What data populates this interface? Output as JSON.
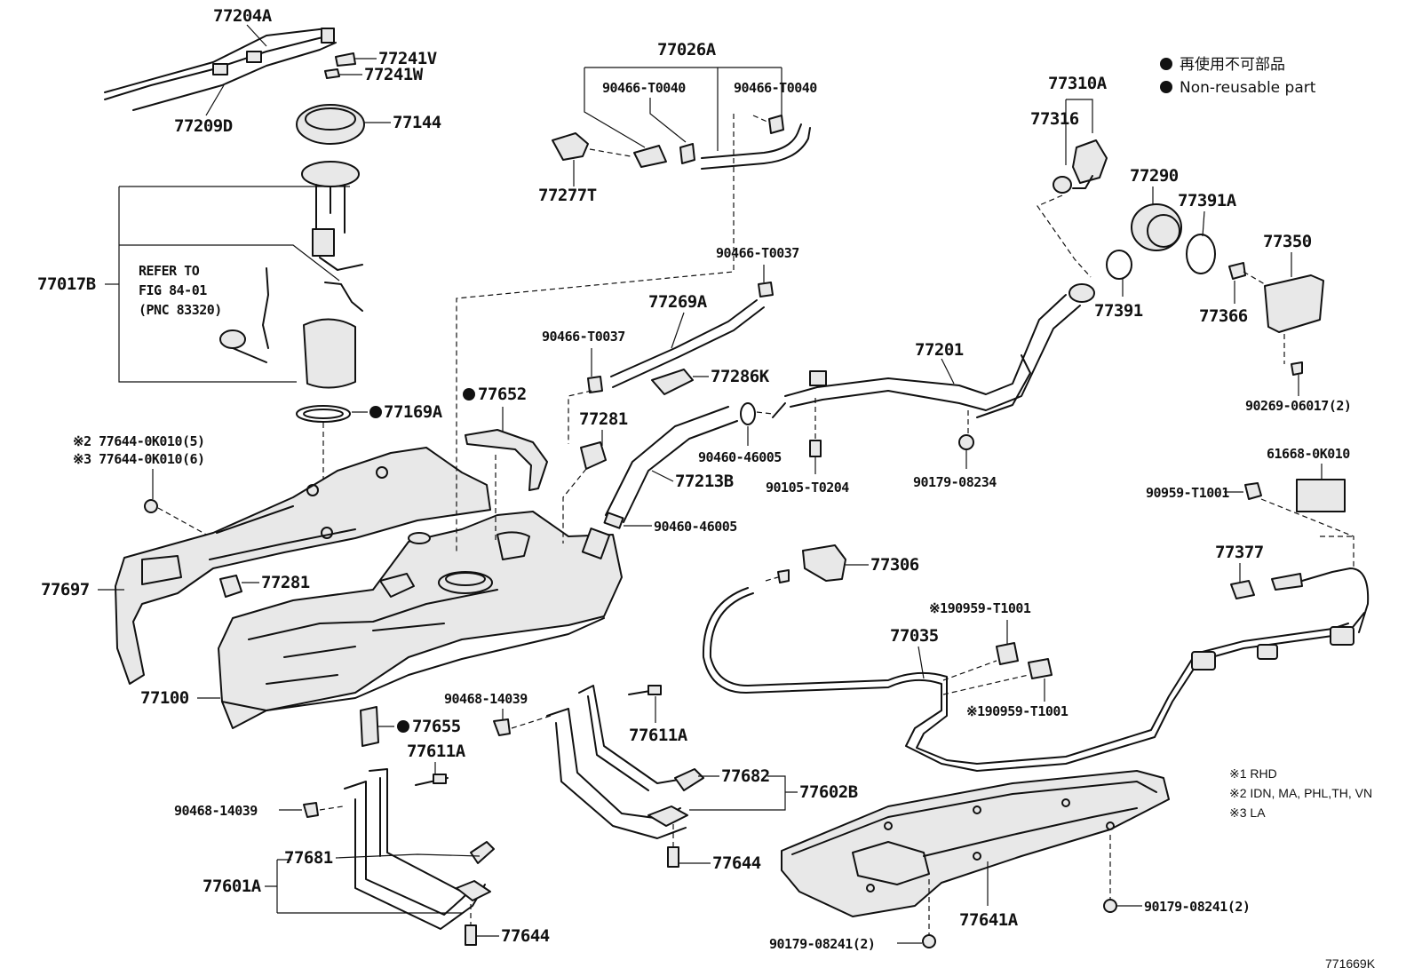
{
  "legend": {
    "item_jp": "再使用不可部品",
    "item_en": "Non-reusable part"
  },
  "notes": [
    "※1 RHD",
    "※2 IDN, MA, PHL,TH, VN",
    "※3 LA"
  ],
  "refer": [
    "REFER TO",
    "FIG 84-01",
    "(PNC 83320)"
  ],
  "figure_code": "771669K",
  "labels": {
    "l77204A": "77204A",
    "l77241V": "77241V",
    "l77241W": "77241W",
    "l77209D": "77209D",
    "l77144": "77144",
    "l77017B": "77017B",
    "l77169A": "77169A",
    "l77644_2": "※2 77644-0K010(5)",
    "l77644_3": "※3 77644-0K010(6)",
    "l77697": "77697",
    "l77281a": "77281",
    "l77100": "77100",
    "l77655": "77655",
    "l77611A_a": "77611A",
    "l90468_a": "90468-14039",
    "l77681": "77681",
    "l77601A": "77601A",
    "l77644_a": "77644",
    "l77026A": "77026A",
    "l90466_T0040a": "90466-T0040",
    "l90466_T0040b": "90466-T0040",
    "l77277T": "77277T",
    "l77652": "77652",
    "l90466_T0037a": "90466-T0037",
    "l90466_T0037b": "90466-T0037",
    "l77269A": "77269A",
    "l77286K": "77286K",
    "l77281b": "77281",
    "l77213B": "77213B",
    "l90460_a": "90460-46005",
    "l90460_b": "90460-46005",
    "l90468_b": "90468-14039",
    "l77611A_b": "77611A",
    "l77682": "77682",
    "l77602B": "77602B",
    "l77644_b": "77644",
    "l77310A": "77310A",
    "l77316": "77316",
    "l77290": "77290",
    "l77391A": "77391A",
    "l77391": "77391",
    "l77350": "77350",
    "l77366": "77366",
    "l77201": "77201",
    "l90105": "90105-T0204",
    "l90179_08234": "90179-08234",
    "l90269": "90269-06017(2)",
    "l61668": "61668-0K010",
    "l90959": "90959-T1001",
    "l77377": "77377",
    "l77306": "77306",
    "l190959a": "※190959-T1001",
    "l190959b": "※190959-T1001",
    "l77035": "77035",
    "l77641A": "77641A",
    "l90179_a": "90179-08241(2)",
    "l90179_b": "90179-08241(2)"
  }
}
